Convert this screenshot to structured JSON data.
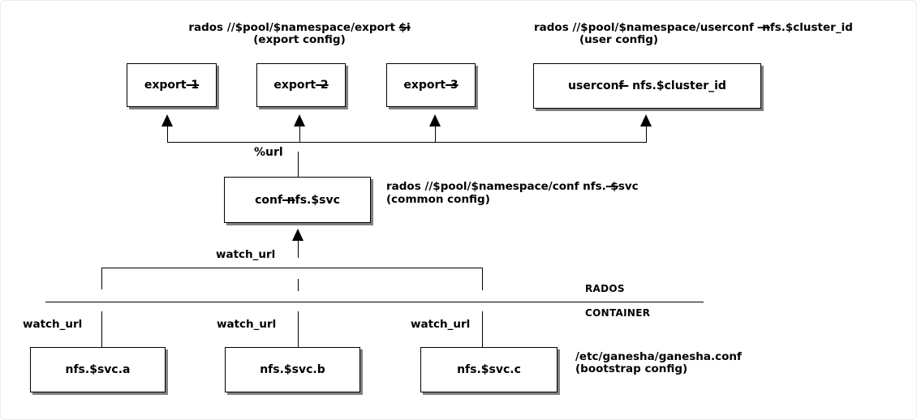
{
  "captions": {
    "export_config": {
      "line1_pre": "rados //$pool/$namespace/export ",
      "line1_strike": "$i",
      "line1_post": "",
      "line2": "(export config)"
    },
    "user_config": {
      "line1_pre": "rados //$pool/$namespace/userconf ",
      "line1_strike": "-n",
      "line1_post": "fs.$cluster_id",
      "line2": "(user config)"
    },
    "common_config": {
      "line1_pre": "rados //$pool/$namespace/conf nfs.",
      "line1_strike": "-$",
      "line1_post": "svc",
      "line2": "(common config)"
    },
    "bootstrap_config": {
      "line1": "/etc/ganesha/ganesha.conf",
      "line2": "(bootstrap config)"
    }
  },
  "boxes": {
    "export1": {
      "pre": "export",
      "strike": "-1",
      "post": ""
    },
    "export2": {
      "pre": "export",
      "strike": "-2",
      "post": ""
    },
    "export3": {
      "pre": "export",
      "strike": "-3",
      "post": ""
    },
    "userconf": {
      "pre": "usercon",
      "strike": "f-",
      "post": " nfs.$cluster_id"
    },
    "conf": {
      "pre": "conf",
      "strike": "-n",
      "post": "fs.$svc"
    },
    "daemon_a": {
      "label": "nfs.$svc.a"
    },
    "daemon_b": {
      "label": "nfs.$svc.b"
    },
    "daemon_c": {
      "label": "nfs.$svc.c"
    }
  },
  "edge_labels": {
    "url": "%url",
    "watch_url_top": "watch_url",
    "watch_url_a": "watch_url",
    "watch_url_b": "watch_url",
    "watch_url_c": "watch_url"
  },
  "boundary": {
    "above": "RADOS",
    "below": "CONTAINER"
  },
  "colors": {
    "background": "#ffffff",
    "line": "#000000",
    "text": "#000000",
    "box_fill": "#ffffff",
    "box_border": "#000000",
    "box_shadow": "#808080"
  }
}
